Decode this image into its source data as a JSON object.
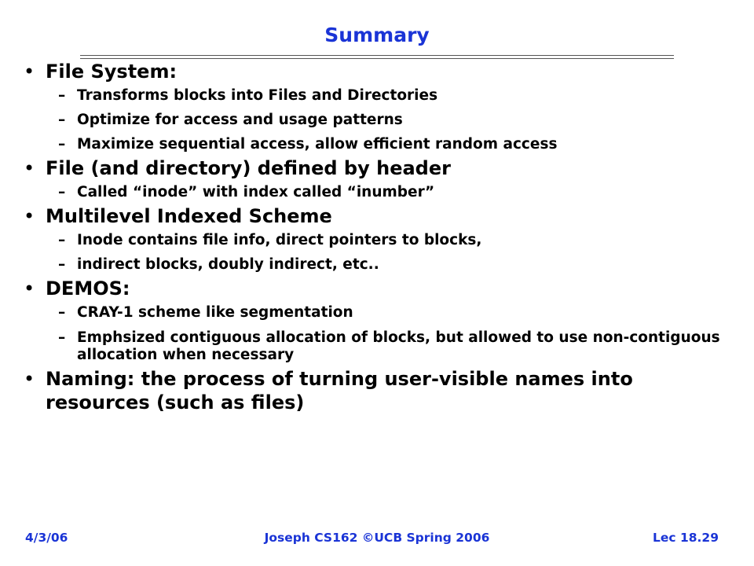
{
  "slide": {
    "title": "Summary",
    "items": [
      {
        "text": "File System:",
        "sub": [
          "Transforms blocks into Files and Directories",
          "Optimize for access and usage patterns",
          "Maximize sequential access, allow efficient random access"
        ]
      },
      {
        "text": "File (and directory) defined by header",
        "sub": [
          "Called “inode” with index called “inumber”"
        ]
      },
      {
        "text": "Multilevel Indexed Scheme",
        "sub": [
          "Inode contains file info, direct pointers to blocks,",
          "indirect blocks, doubly indirect, etc.."
        ]
      },
      {
        "text": "DEMOS:",
        "sub": [
          "CRAY-1 scheme like segmentation",
          "Emphsized contiguous allocation of blocks, but allowed to use non-contiguous allocation when necessary"
        ]
      },
      {
        "text": "Naming: the process of turning user-visible names into resources (such as files)",
        "sub": []
      }
    ],
    "bullet_glyph": "•",
    "dash_glyph": "–"
  },
  "footer": {
    "date": "4/3/06",
    "course": "Joseph CS162 ©UCB Spring 2006",
    "lecture": "Lec 18.29"
  },
  "colors": {
    "accent": "#1a34d6",
    "text": "#000000",
    "rule": "#555555"
  }
}
